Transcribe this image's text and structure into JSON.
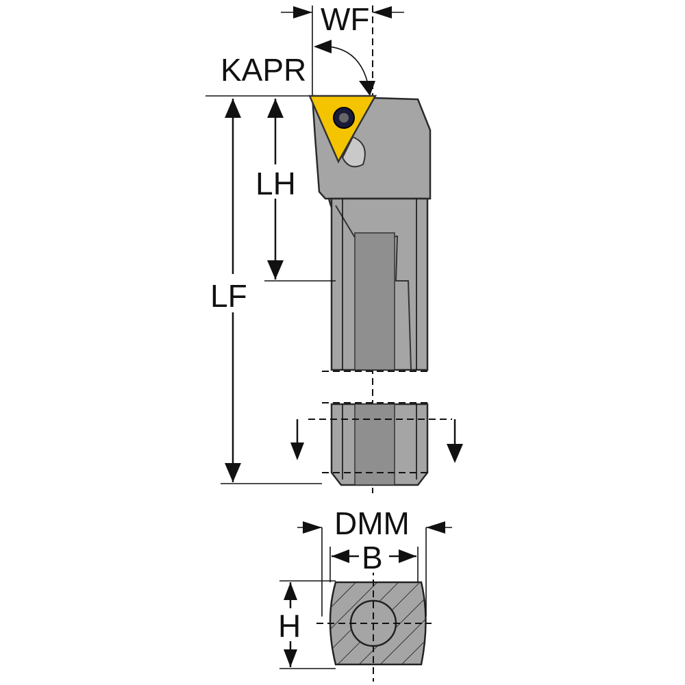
{
  "labels": {
    "wf": "WF",
    "kapr": "KAPR",
    "lh": "LH",
    "lf": "LF",
    "dmm": "DMM",
    "b": "B",
    "h": "H"
  },
  "colors": {
    "body": "#a5a5a5",
    "body_dark": "#8f8f8f",
    "insert": "#f5c400",
    "insert_screw": "#1a1a3a",
    "line": "#111111"
  },
  "icons": {
    "insert": "triangular-insert-icon",
    "screw": "insert-screw-icon"
  }
}
